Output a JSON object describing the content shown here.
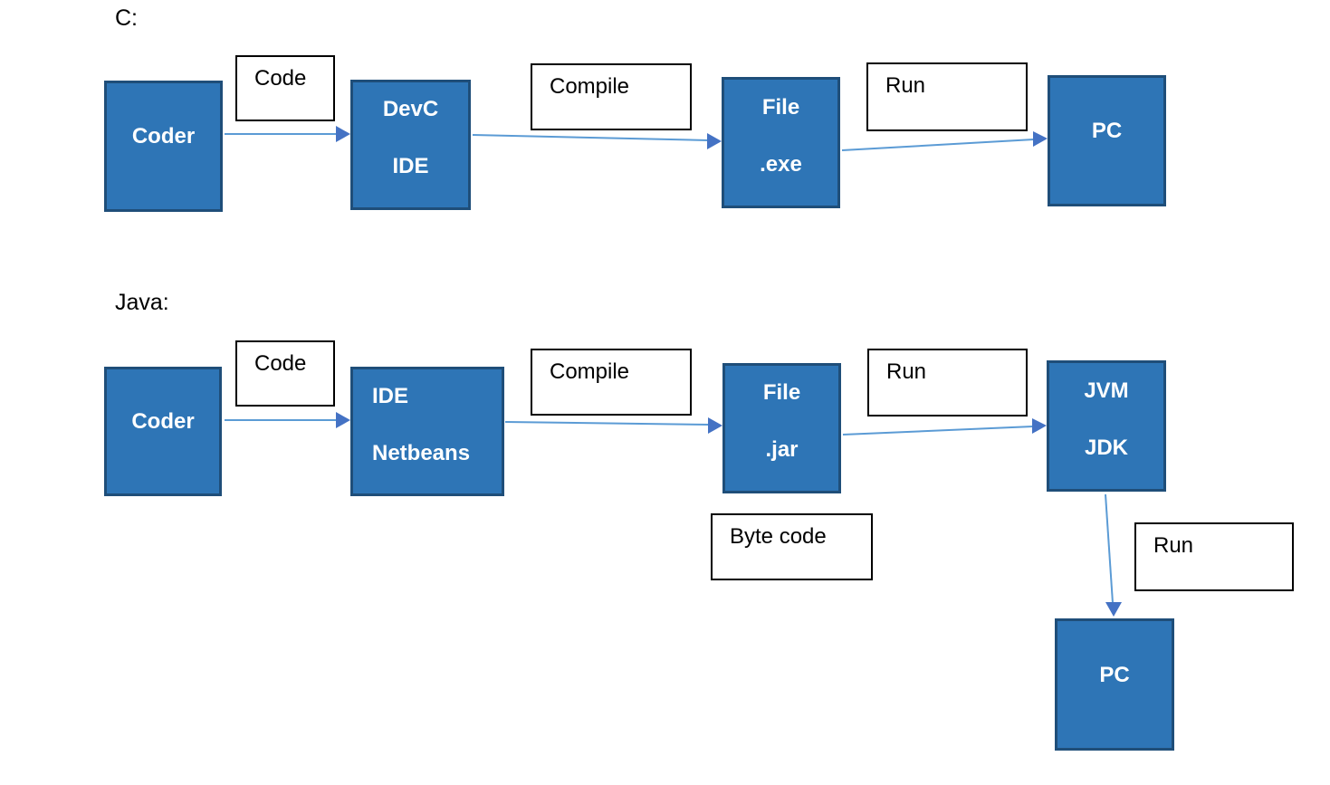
{
  "colors": {
    "box_fill": "#2E75B6",
    "box_border": "#1F4E79",
    "arrow_line": "#5B9BD5",
    "arrow_head": "#4472C4",
    "label_border": "#000000",
    "label_text": "#000000",
    "node_text": "#FFFFFF",
    "canvas_bg": "#FFFFFF"
  },
  "section_c": {
    "title": "C:",
    "coder": "Coder",
    "code_label": "Code",
    "ide_line1": "DevC",
    "ide_line2": "IDE",
    "compile_label": "Compile",
    "file_line1": "File",
    "file_line2": ".exe",
    "run_label": "Run",
    "pc": "PC"
  },
  "section_java": {
    "title": "Java:",
    "coder": "Coder",
    "code_label": "Code",
    "ide_line1": "IDE",
    "ide_line2": "Netbeans",
    "compile_label": "Compile",
    "file_line1": "File",
    "file_line2": ".jar",
    "run_label": "Run",
    "jvm_line1": "JVM",
    "jvm_line2": "JDK",
    "byte_code_label": "Byte code",
    "run2_label": "Run",
    "pc": "PC"
  }
}
